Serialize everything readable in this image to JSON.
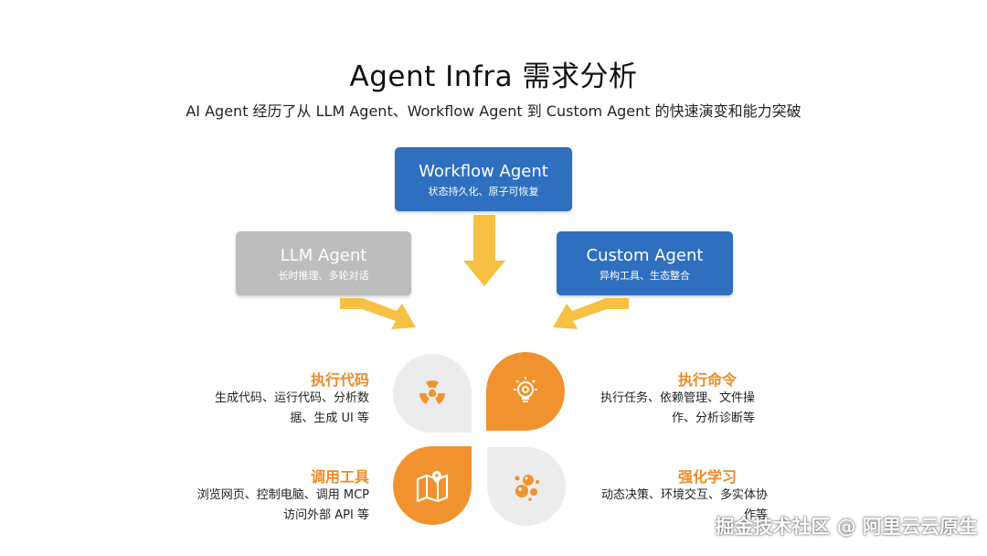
{
  "title": "Agent Infra 需求分析",
  "subtitle": "AI Agent 经历了从 LLM Agent、Workflow Agent 到 Custom Agent 的快速演变和能力突破",
  "agents": {
    "workflow": {
      "name": "Workflow Agent",
      "desc": "状态持久化、原子可恢复",
      "color": "#2e6fc0"
    },
    "llm": {
      "name": "LLM Agent",
      "desc": "长时推理、多轮对话",
      "color": "#bdbdbd"
    },
    "custom": {
      "name": "Custom Agent",
      "desc": "异构工具、生态整合",
      "color": "#2e6fc0"
    }
  },
  "arrow_color": "#f6c042",
  "accent": "#f0932e",
  "capabilities": {
    "exec_code": {
      "title": "执行代码",
      "line1": "生成代码、运行代码、分析数",
      "line2": "据、生成 UI 等",
      "icon": "radiation-icon"
    },
    "exec_cmd": {
      "title": "执行命令",
      "line1": "执行任务、依赖管理、文件操",
      "line2": "作、分析诊断等",
      "icon": "lightbulb-gear-icon"
    },
    "tools": {
      "title": "调用工具",
      "line1": "浏览网页、控制电脑、调用 MCP",
      "line2": "访问外部 API 等",
      "icon": "map-pin-icon"
    },
    "rl": {
      "title": "强化学习",
      "line1": "动态决策、环境交互、多实体协",
      "line2": "作等",
      "icon": "molecules-icon"
    }
  },
  "watermark": "掘金技术社区 @ 阿里云云原生"
}
